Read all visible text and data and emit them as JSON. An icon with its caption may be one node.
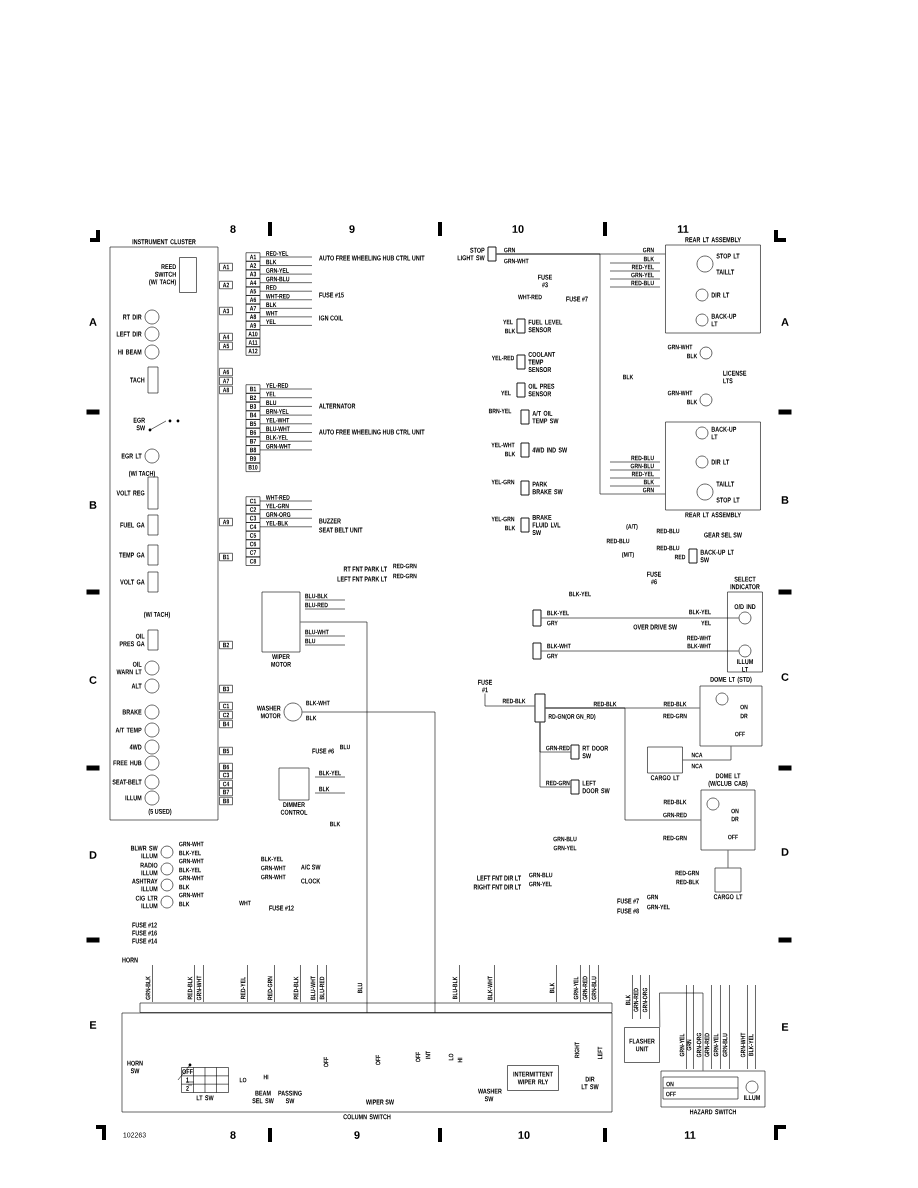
{
  "diagram": {
    "nodes": [
      {
        "text": [
          "INSTRUMENT CLUSTER"
        ]
      },
      {
        "text": [
          "REED SWITCH (W/ TACH)"
        ],
        "in": 0
      },
      {
        "text": [
          "RT DIR"
        ],
        "in": 0
      },
      {
        "text": [
          "LEFT DIR"
        ],
        "in": 0
      },
      {
        "text": [
          "HI BEAM"
        ],
        "in": 0
      },
      {
        "text": [
          "TACH"
        ],
        "in": 0
      },
      {
        "text": [
          "EGR LT"
        ],
        "in": 0
      },
      {
        "text": [
          "VOLT REG"
        ],
        "in": 0
      },
      {
        "text": [
          "FUEL GA"
        ],
        "in": 0
      },
      {
        "text": [
          "TEMP GA"
        ],
        "in": 0
      },
      {
        "text": [
          "VOLT GA"
        ],
        "in": 0
      },
      {
        "text": [
          "OIL PRES GA"
        ],
        "in": 0
      },
      {
        "text": [
          "OIL WARN LT"
        ],
        "in": 0
      },
      {
        "text": [
          "ALT"
        ],
        "in": 0
      },
      {
        "text": [
          "BRAKE"
        ],
        "in": 0
      },
      {
        "text": [
          "A/T TEMP"
        ],
        "in": 0
      },
      {
        "text": [
          "4WD"
        ],
        "in": 0
      },
      {
        "text": [
          "FREE HUB"
        ],
        "in": 0
      },
      {
        "text": [
          "SEAT-BELT"
        ],
        "in": 0
      },
      {
        "text": [
          "ILLUM"
        ],
        "in": 0
      },
      {
        "text": [
          "STOP LIGHT SW"
        ]
      },
      {
        "text": [
          "FUEL LEVEL SENSOR"
        ]
      },
      {
        "text": [
          "COOLANT TEMP SENSOR"
        ]
      },
      {
        "text": [
          "OIL PRES SENSOR"
        ]
      },
      {
        "text": [
          "A/T OIL TEMP SW"
        ]
      },
      {
        "text": [
          "4WD IND SW"
        ]
      },
      {
        "text": [
          "PARK BRAKE SW"
        ]
      },
      {
        "text": [
          "BRAKE FLUID LVL SW"
        ]
      },
      {
        "text": [
          "REAR LT ASSEMBLY"
        ]
      },
      {
        "text": [
          "STOP LT",
          "TAILLT"
        ],
        "in": 28
      },
      {
        "text": [
          "DIR LT"
        ],
        "in": 28
      },
      {
        "text": [
          "BACK-UP LT"
        ],
        "in": 28
      },
      {
        "text": [],
        "shape": "circle"
      },
      {
        "text": [],
        "shape": "circle"
      },
      {
        "text": [
          "REAR LT ASSEMBLY"
        ]
      },
      {
        "text": [
          "BACK-UP LT"
        ],
        "in": 34
      },
      {
        "text": [
          "DIR LT"
        ],
        "in": 34
      },
      {
        "text": [
          "TAILLT",
          "STOP LT"
        ],
        "in": 34
      },
      {
        "text": [
          "BACK-UP LT SW"
        ]
      },
      {
        "text": [
          "SELECT INDICATOR"
        ]
      },
      {
        "text": [
          "O/D IND"
        ],
        "in": 39
      },
      {
        "text": [
          "ILLUM LT"
        ],
        "in": 39
      },
      {
        "text": [],
        "shape": "box"
      },
      {
        "text": [],
        "shape": "box"
      },
      {
        "text": [
          "DOME LT (STD)"
        ]
      },
      {
        "text": [],
        "shape": "circle",
        "in": 44
      },
      {
        "text": [
          "RT DOOR SW"
        ]
      },
      {
        "text": [
          "LEFT DOOR SW"
        ]
      },
      {
        "text": [
          "CARGO LT"
        ]
      },
      {
        "text": [
          "DOME LT (W/CLUB CAB)"
        ]
      },
      {
        "text": [],
        "shape": "circle",
        "in": 49
      },
      {
        "text": [
          "CARGO LT"
        ]
      },
      {
        "text": [],
        "shape": "box"
      },
      {
        "text": [
          "WIPER MOTOR"
        ]
      },
      {
        "text": [
          "WASHER MOTOR"
        ]
      },
      {
        "text": [
          "DIMMER CONTROL"
        ]
      },
      {
        "text": [
          "BLWR SW ILLUM"
        ]
      },
      {
        "text": [
          "RADIO ILLUM"
        ]
      },
      {
        "text": [
          "ASHTRAY ILLUM"
        ]
      },
      {
        "text": [
          "CIG LTR ILLUM"
        ]
      },
      {
        "text": [
          "COLUMN SWITCH"
        ]
      },
      {
        "text": [
          "OFF",
          "1",
          "2",
          "LT SW"
        ],
        "in": 60
      },
      {
        "text": [
          "INTERMITTENT WIPER RLY"
        ],
        "in": 60
      },
      {
        "text": [
          "FLASHER UNIT"
        ]
      },
      {
        "text": [
          "HAZARD SWITCH"
        ]
      },
      {
        "text": [
          "ILLUM"
        ],
        "in": 64
      },
      {
        "text": [
          "FUSE #1"
        ]
      }
    ],
    "edges": [
      {
        "from": 20,
        "to": 28,
        "arrow": "none"
      },
      {
        "from": 20,
        "to": 34,
        "arrow": "none"
      },
      {
        "from": 42,
        "to": 40,
        "arrow": "none"
      },
      {
        "from": 43,
        "to": 41,
        "arrow": "none"
      },
      {
        "from": 52,
        "to": 44,
        "arrow": "none"
      },
      {
        "from": 52,
        "to": 46,
        "arrow": "none"
      },
      {
        "from": 52,
        "to": 47,
        "arrow": "none"
      },
      {
        "from": 44,
        "to": 48,
        "arrow": "none"
      },
      {
        "from": 52,
        "to": 49,
        "arrow": "none"
      },
      {
        "from": 49,
        "to": 51,
        "arrow": "none"
      },
      {
        "from": 53,
        "to": 60,
        "arrow": "none"
      },
      {
        "from": 54,
        "to": 60,
        "arrow": "none"
      },
      {
        "from": 63,
        "to": 64,
        "arrow": "none"
      },
      {
        "from": 66,
        "to": 52,
        "arrow": "none",
        "label": "RED-BLK"
      }
    ],
    "labels": [
      "8",
      "9",
      "10",
      "11",
      "A",
      "A",
      "B",
      "B",
      "C",
      "C",
      "D",
      "D",
      "E",
      "E",
      "102263",
      "8",
      "9",
      "10",
      "11",
      "EGR SW",
      "(W/ TACH)",
      "(W/ TACH)",
      "(5 USED)",
      "A1",
      "A2",
      "A3",
      "A4",
      "A5",
      "A6",
      "A7",
      "A8",
      "A9",
      "B1",
      "B2",
      "B3",
      "C1",
      "C2",
      "B4",
      "B5",
      "B6",
      "C3",
      "C4",
      "B7",
      "B8",
      "A1",
      "A2",
      "A3",
      "A4",
      "A5",
      "A6",
      "A7",
      "A8",
      "A9",
      "A10",
      "A11",
      "A12",
      "B1",
      "B2",
      "B3",
      "B4",
      "B5",
      "B6",
      "B7",
      "B8",
      "B9",
      "B10",
      "C1",
      "C2",
      "C3",
      "C4",
      "C5",
      "C6",
      "C7",
      "C8",
      "RED-YEL",
      "BLK",
      "GRN-YEL",
      "GRN-BLU",
      "RED",
      "WHT-RED",
      "BLK",
      "WHT",
      "YEL",
      "AUTO FREE WHEELING HUB CTRL UNIT",
      "FUSE #15",
      "IGN COIL",
      "YEL-RED",
      "YEL",
      "BLU",
      "BRN-YEL",
      "YEL-WHT",
      "BLU-WHT",
      "BLK-YEL",
      "GRN-WHT",
      "ALTERNATOR",
      "AUTO FREE WHEELING HUB CTRL UNIT",
      "WHT-RED",
      "YEL-GRN",
      "GRN-ORG",
      "YEL-BLK",
      "BUZZER",
      "SEAT BELT UNIT",
      "GRN",
      "GRN-WHT",
      "FUSE #3",
      "WHT-RED",
      "FUSE #7",
      "YEL",
      "BLK",
      "YEL-RED",
      "YEL",
      "BRN-YEL",
      "YEL-WHT",
      "BLK",
      "YEL-GRN",
      "YEL-GRN",
      "BLK",
      "GRN",
      "BLK",
      "RED-YEL",
      "GRN-YEL",
      "RED-BLU",
      "GRN-WHT",
      "BLK",
      "BLK",
      "GRN-WHT",
      "BLK",
      "RED-BLU",
      "GRN-BLU",
      "RED-YEL",
      "BLK",
      "GRN",
      "(A/T)",
      "RED-BLU",
      "GEAR SEL SW",
      "RED-BLU",
      "(M/T)",
      "RED-BLU",
      "RED",
      "FUSE #6",
      "RT FNT PARK LT",
      "RED-GRN",
      "LEFT FNT PARK LT",
      "RED-GRN",
      "BLU-BLK",
      "BLU-RED",
      "BLU-WHT",
      "BLU",
      "BLK-YEL",
      "BLK-YEL",
      "GRY",
      "BLK-WHT",
      "GRY",
      "BLK-YEL",
      "YEL",
      "OVER DRIVE SW",
      "RED-WHT",
      "BLK-WHT",
      "RED-BLK",
      "RED-BLK",
      "RD-GN(OR GN_RD)",
      "RED-GRN",
      "ON",
      "DR",
      "OFF",
      "GRN-RED",
      "RED-GRN",
      "NCA",
      "NCA",
      "BLK-WHT",
      "BLK",
      "FUSE #6",
      "BLU",
      "BLK-YEL",
      "BLK",
      "BLK",
      "RED-BLK",
      "GRN-RED",
      "RED-GRN",
      "ON",
      "DR",
      "OFF",
      "RED-GRN",
      "RED-BLK",
      "GRN-BLU",
      "GRN-YEL",
      "GRN-WHT",
      "BLK-YEL",
      "GRN-WHT",
      "BLK-YEL",
      "GRN-WHT",
      "BLK",
      "GRN-WHT",
      "BLK",
      "BLK-YEL",
      "GRN-WHT",
      "A/C SW",
      "GRN-WHT",
      "CLOCK",
      "WHT",
      "FUSE #12",
      "LEFT FNT DIR LT",
      "GRN-BLU",
      "RIGHT FNT DIR LT",
      "GRN-YEL",
      "FUSE #7",
      "GRN",
      "FUSE #8",
      "GRN-YEL",
      "FUSE #12",
      "FUSE #16",
      "FUSE #14",
      "HORN",
      "GRN-BLK",
      "RED-BLK",
      "GRN-WHT",
      "RED-YEL",
      "RED-GRN",
      "RED-BLK",
      "BLU-WHT",
      "BLU-RED",
      "BLU",
      "BLU-BLK",
      "BLK-WHT",
      "BLK",
      "GRN-YEL",
      "GRN-RED",
      "GRN-BLU",
      "HORN SW",
      "LO",
      "HI",
      "BEAM SEL SW",
      "PASSING SW",
      "OFF",
      "OFF",
      "OFF",
      "INT",
      "LO",
      "HI",
      "WIPER SW",
      "WASHER SW",
      "RIGHT",
      "LEFT",
      "DIR LT SW",
      "BLK",
      "GRN-RED",
      "GRN-ORG",
      "GRN-YEL",
      "GRN",
      "GRN-ORG",
      "GRN-RED",
      "GRN-YEL",
      "GRN-BLU",
      "GRN-WHT",
      "BLK-YEL",
      "ON",
      "OFF",
      "LICENSE LTS"
    ]
  }
}
